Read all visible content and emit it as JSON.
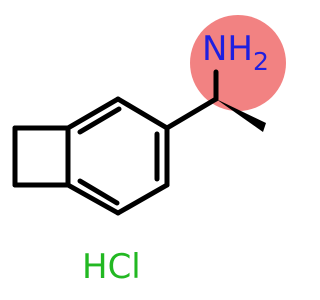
{
  "molecule": {
    "amine_label": "NH",
    "amine_subscript": "2",
    "salt_label": "HCl",
    "colors": {
      "bond": "#000000",
      "nitrogen": "#1f1fe0",
      "chlorine": "#22b822",
      "highlight": "#f28282"
    }
  }
}
